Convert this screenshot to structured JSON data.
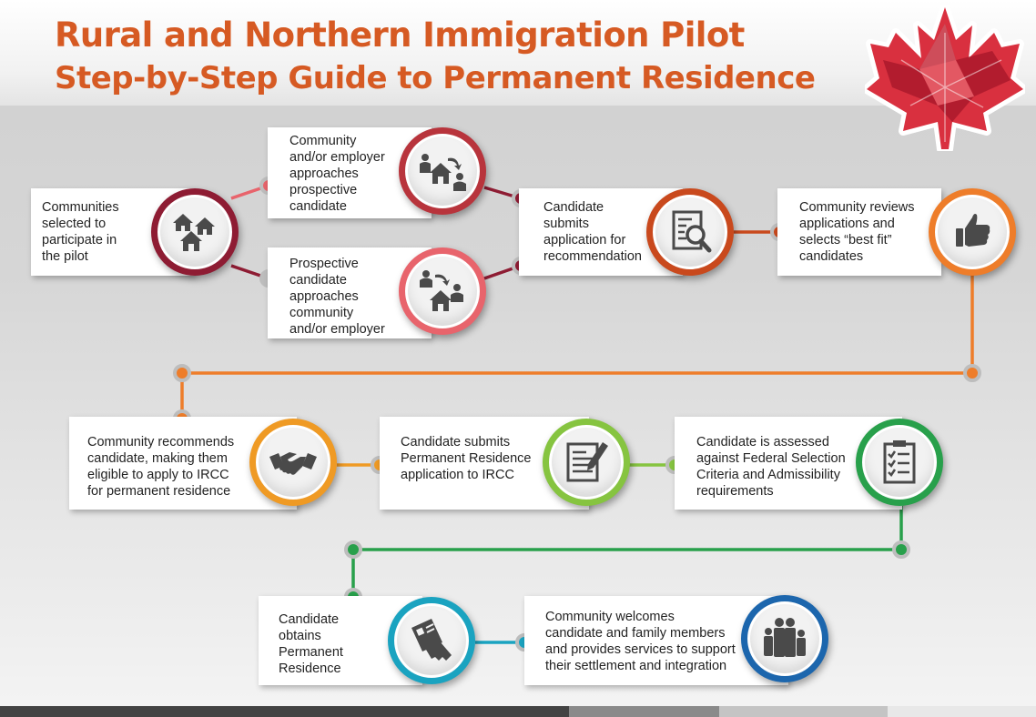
{
  "header": {
    "title": "Rural and Northern Immigration Pilot",
    "subtitle": "Step-by-Step Guide to Permanent Residence"
  },
  "colors": {
    "title": "#d65a23",
    "dark_red": "#8e1c33",
    "coral": "#e8646c",
    "brick": "#b8343c",
    "rust": "#c9491d",
    "orange": "#ee7d2a",
    "amber": "#ef9a24",
    "lime": "#86c440",
    "green": "#28a04b",
    "teal": "#1aa3c0",
    "blue": "#1c66ad"
  },
  "steps": [
    {
      "id": "communities-selected",
      "lines": [
        "Communities",
        "selected to",
        "participate in",
        "the pilot"
      ],
      "icon": "houses-icon",
      "color": "#8e1c33"
    },
    {
      "id": "community-approaches-candidate",
      "lines": [
        "Community",
        "and/or employer",
        "approaches",
        "prospective",
        "candidate"
      ],
      "icon": "employer-to-candidate-icon",
      "color": "#b8343c"
    },
    {
      "id": "candidate-approaches-community",
      "lines": [
        "Prospective",
        "candidate",
        "approaches",
        "community",
        "and/or employer"
      ],
      "icon": "candidate-to-community-icon",
      "color": "#e8646c"
    },
    {
      "id": "candidate-submits-application",
      "lines": [
        "Candidate",
        "submits",
        "application for",
        "recommendation"
      ],
      "icon": "document-magnifier-icon",
      "color": "#c9491d"
    },
    {
      "id": "community-reviews",
      "lines": [
        "Community reviews",
        "applications and",
        "selects “best fit”",
        "candidates"
      ],
      "icon": "thumbs-up-icon",
      "color": "#ee7d2a"
    },
    {
      "id": "community-recommends",
      "lines": [
        "Community recommends",
        "candidate, making them",
        "eligible to apply to IRCC",
        "for permanent residence"
      ],
      "icon": "handshake-icon",
      "color": "#ef9a24"
    },
    {
      "id": "candidate-submits-pr",
      "lines": [
        "Candidate submits",
        "Permanent Residence",
        "application to IRCC"
      ],
      "icon": "form-pen-icon",
      "color": "#86c440"
    },
    {
      "id": "candidate-assessed",
      "lines": [
        "Candidate is assessed",
        "against Federal Selection",
        "Criteria and Admissibility",
        "requirements"
      ],
      "icon": "checklist-icon",
      "color": "#28a04b"
    },
    {
      "id": "candidate-obtains-pr",
      "lines": [
        "Candidate",
        "obtains",
        "Permanent",
        "Residence"
      ],
      "icon": "pr-card-icon",
      "color": "#1aa3c0"
    },
    {
      "id": "community-welcomes",
      "lines": [
        "Community welcomes",
        "candidate and family members",
        "and provides services to support",
        "their settlement and integration"
      ],
      "icon": "family-icon",
      "color": "#1c66ad"
    }
  ]
}
